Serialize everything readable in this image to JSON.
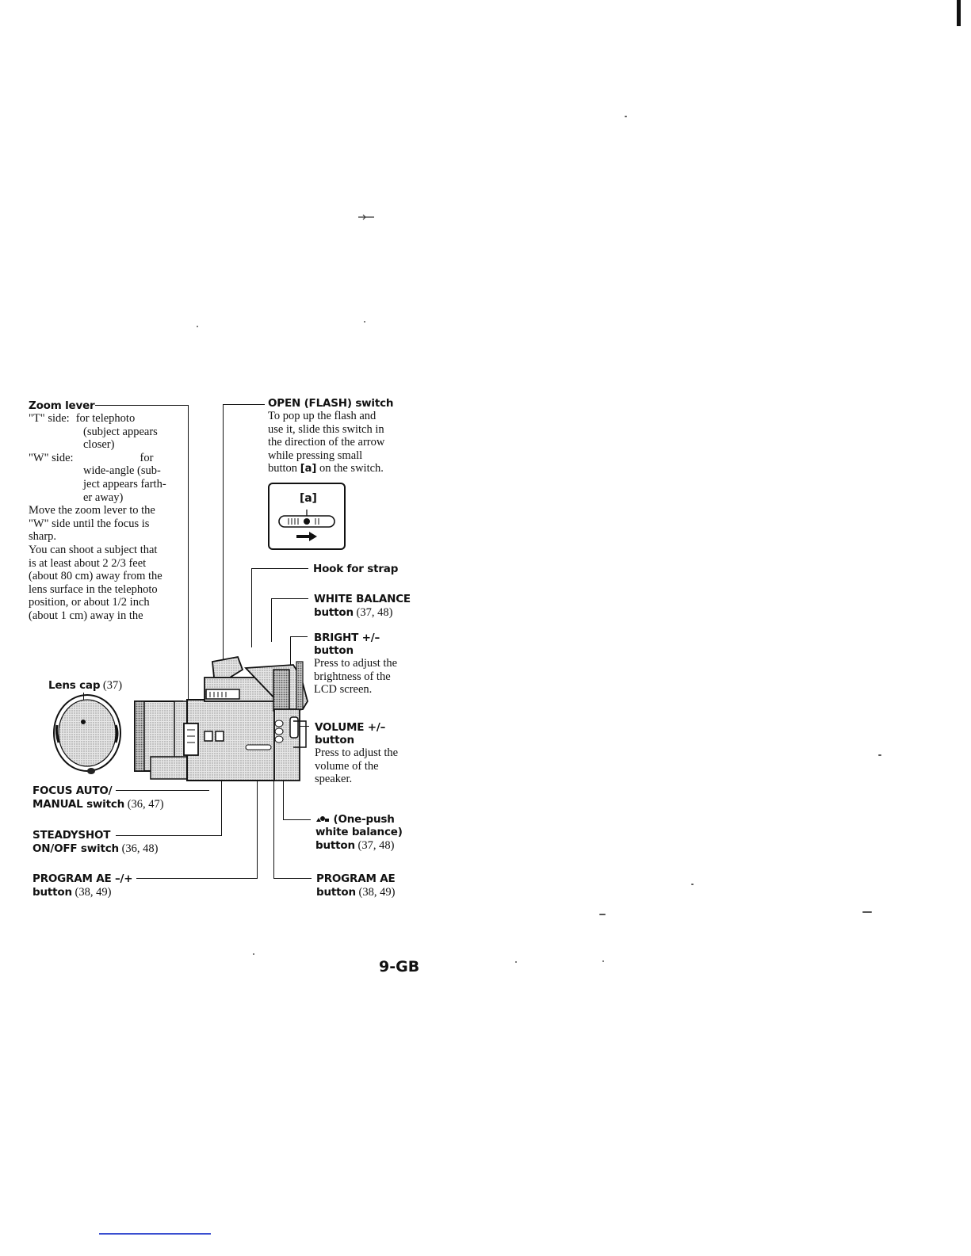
{
  "zoom_lever": {
    "title": "Zoom lever",
    "t_side_label": "\"T\" side:",
    "t_side_text": "for telephoto",
    "t_side_cont": [
      "(subject appears",
      "closer)"
    ],
    "w_side_label": "\"W\" side:",
    "w_side_text": "for",
    "w_side_cont": [
      "wide-angle (sub-",
      "ject appears farth-",
      "er away)"
    ],
    "note_lines": [
      "Move the zoom lever to the",
      "\"W\" side until the focus is",
      "sharp.",
      "You can shoot a subject that",
      "is at least about 2 2/3 feet",
      "(about 80 cm) away from the",
      "lens surface in the telephoto",
      "position, or  about 1/2 inch",
      "(about 1 cm) away in the"
    ]
  },
  "open_flash": {
    "title": "OPEN (FLASH) switch",
    "lines": [
      "To pop up the flash and",
      "use it, slide this switch in",
      "the direction of the arrow",
      "while pressing small"
    ],
    "last_line_pre": "button ",
    "last_line_bold": "[a]",
    "last_line_post": " on the switch.",
    "inset_label": "[a]"
  },
  "hook_for_strap": {
    "title": "Hook for strap"
  },
  "white_balance": {
    "title": "WHITE BALANCE",
    "sub_bold": "button",
    "sub_ref": " (37, 48)"
  },
  "bright": {
    "title": "BRIGHT +/–",
    "sub_bold": "button",
    "lines": [
      "Press to adjust the",
      "brightness of the",
      "LCD screen."
    ]
  },
  "volume": {
    "title": "VOLUME +/–",
    "sub_bold": "button",
    "lines": [
      "Press to adjust the",
      "volume of the",
      "speaker."
    ]
  },
  "one_push": {
    "icon": "one-push-white-balance-icon",
    "title": " (One-push",
    "title2": "white balance)",
    "sub_bold": "button",
    "sub_ref": " (37, 48)"
  },
  "program_ae_right": {
    "title": "PROGRAM AE",
    "sub_bold": "button",
    "sub_ref": " (38, 49)"
  },
  "lens_cap": {
    "title": "Lens cap",
    "ref": " (37)"
  },
  "focus": {
    "title": "FOCUS AUTO/",
    "sub_bold": "MANUAL switch",
    "sub_ref": " (36, 47)"
  },
  "steadyshot": {
    "title": "STEADYSHOT",
    "sub_bold": "ON/OFF switch",
    "sub_ref": " (36, 48)"
  },
  "program_ae_left": {
    "title": "PROGRAM AE –/+",
    "sub_bold": "button",
    "sub_ref": " (38, 49)"
  },
  "page_number": "9-GB",
  "colors": {
    "ink": "#111111",
    "camera_gray": "#8a8a8a",
    "footer_link": "#3a4fd0"
  }
}
